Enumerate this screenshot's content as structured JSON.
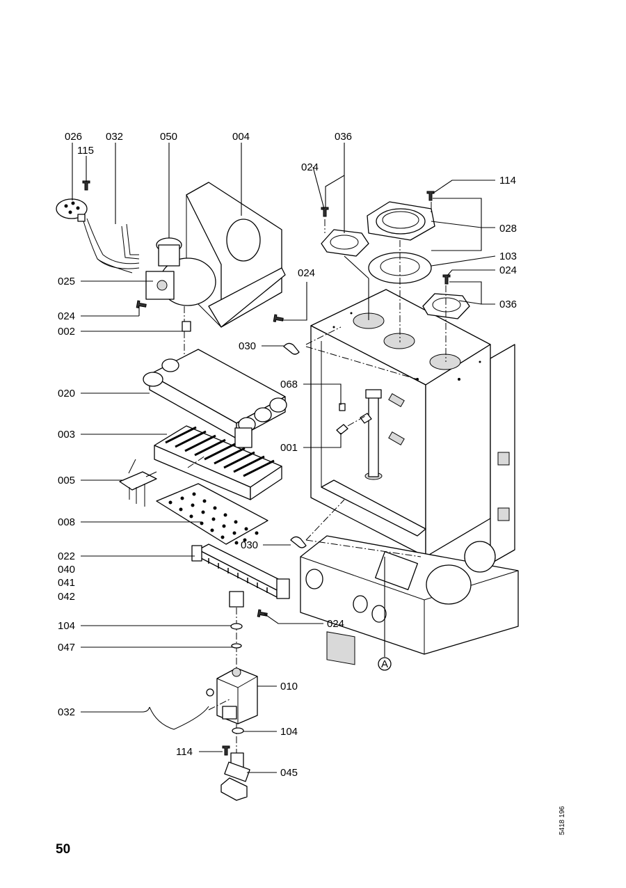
{
  "labels": {
    "l026": "026",
    "l115": "115",
    "l032_top": "032",
    "l050": "050",
    "l004": "004",
    "l036_top": "036",
    "l024_top": "024",
    "l114_top": "114",
    "l028": "028",
    "l103": "103",
    "l024_right": "024",
    "l036_right": "036",
    "l024_mid": "024",
    "l025": "025",
    "l024_left": "024",
    "l002": "002",
    "l030_top": "030",
    "l068": "068",
    "l020": "020",
    "l001": "001",
    "l003": "003",
    "l005": "005",
    "l008": "008",
    "l030_bottom": "030",
    "l022": "022",
    "l040": "040",
    "l041": "041",
    "l042": "042",
    "l024_bottom": "024",
    "l104_left": "104",
    "l047": "047",
    "l010": "010",
    "l032_bottom": "032",
    "l104_right": "104",
    "l114_bottom": "114",
    "l045": "045",
    "lA": "A"
  },
  "page_number": "50",
  "document_number": "5418 196"
}
